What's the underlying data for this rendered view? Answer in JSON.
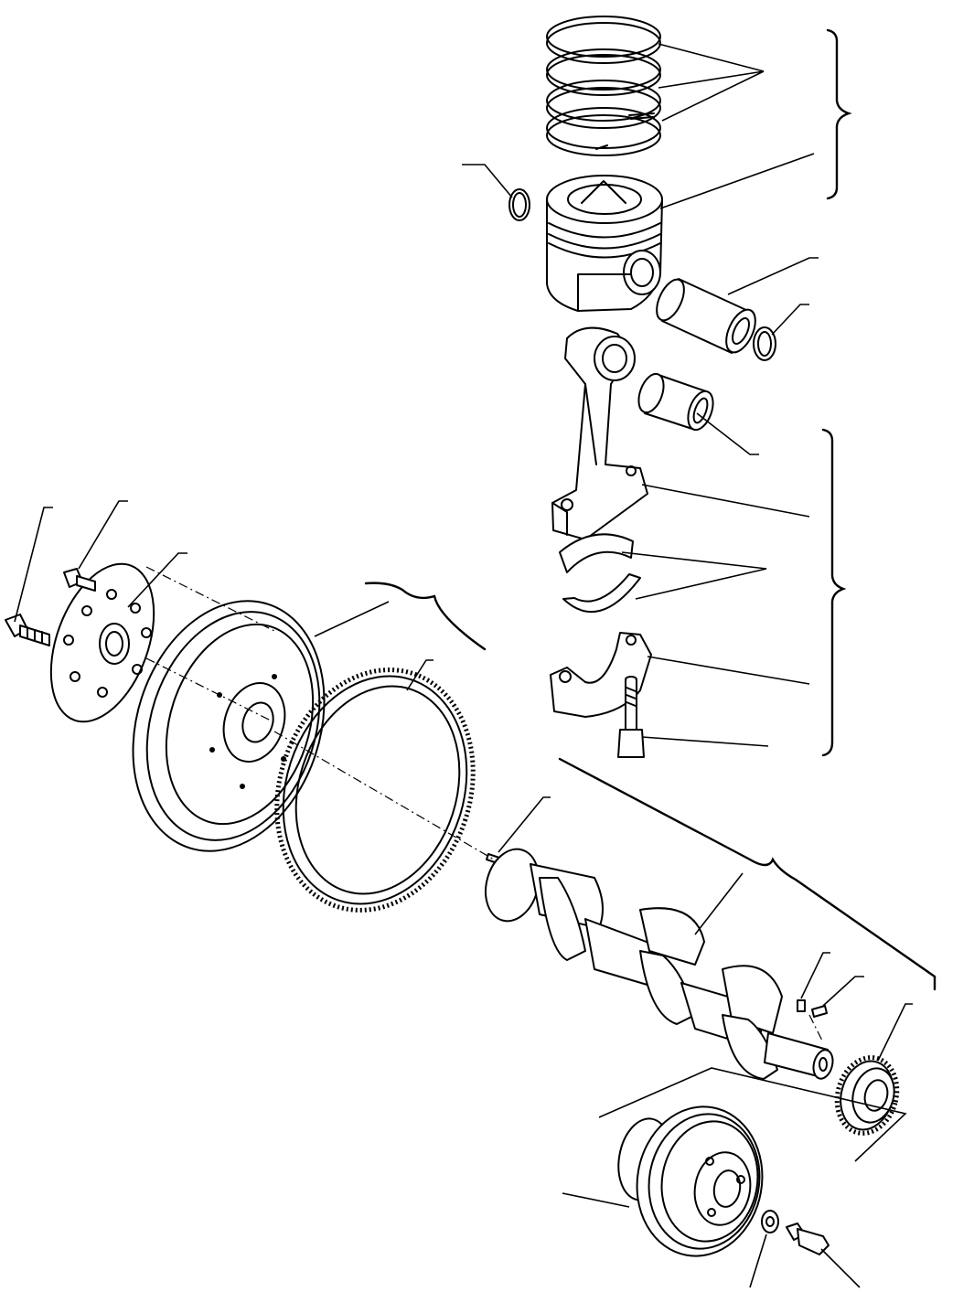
{
  "diagram": {
    "parts": [
      {
        "id": "piston-ring-set",
        "icon": "piston-rings-icon"
      },
      {
        "id": "piston",
        "icon": "piston-icon"
      },
      {
        "id": "piston-pin-snap-ring-left",
        "icon": "snap-ring-icon"
      },
      {
        "id": "piston-pin",
        "icon": "pin-icon"
      },
      {
        "id": "piston-pin-snap-ring-right",
        "icon": "snap-ring-icon"
      },
      {
        "id": "connecting-rod-bushing",
        "icon": "bushing-icon"
      },
      {
        "id": "connecting-rod",
        "icon": "connecting-rod-icon"
      },
      {
        "id": "connecting-rod-bearing",
        "icon": "bearing-shell-icon"
      },
      {
        "id": "connecting-rod-cap",
        "icon": "rod-cap-icon"
      },
      {
        "id": "connecting-rod-bolt",
        "icon": "bolt-icon"
      },
      {
        "id": "flywheel",
        "icon": "flywheel-icon"
      },
      {
        "id": "ring-gear",
        "icon": "ring-gear-icon"
      },
      {
        "id": "drive-plate",
        "icon": "plate-icon"
      },
      {
        "id": "flywheel-bolt-long",
        "icon": "bolt-icon"
      },
      {
        "id": "flywheel-bolt-short",
        "icon": "bolt-icon"
      },
      {
        "id": "dowel-pin",
        "icon": "pin-icon"
      },
      {
        "id": "crankshaft",
        "icon": "crankshaft-icon"
      },
      {
        "id": "woodruff-key",
        "icon": "key-icon"
      },
      {
        "id": "key",
        "icon": "key-icon"
      },
      {
        "id": "crankshaft-gear",
        "icon": "gear-icon"
      },
      {
        "id": "crankshaft-pulley",
        "icon": "pulley-icon"
      },
      {
        "id": "washer",
        "icon": "washer-icon"
      },
      {
        "id": "pulley-bolt",
        "icon": "bolt-icon"
      }
    ],
    "colors": {
      "line": "#000000",
      "background": "#ffffff"
    }
  }
}
